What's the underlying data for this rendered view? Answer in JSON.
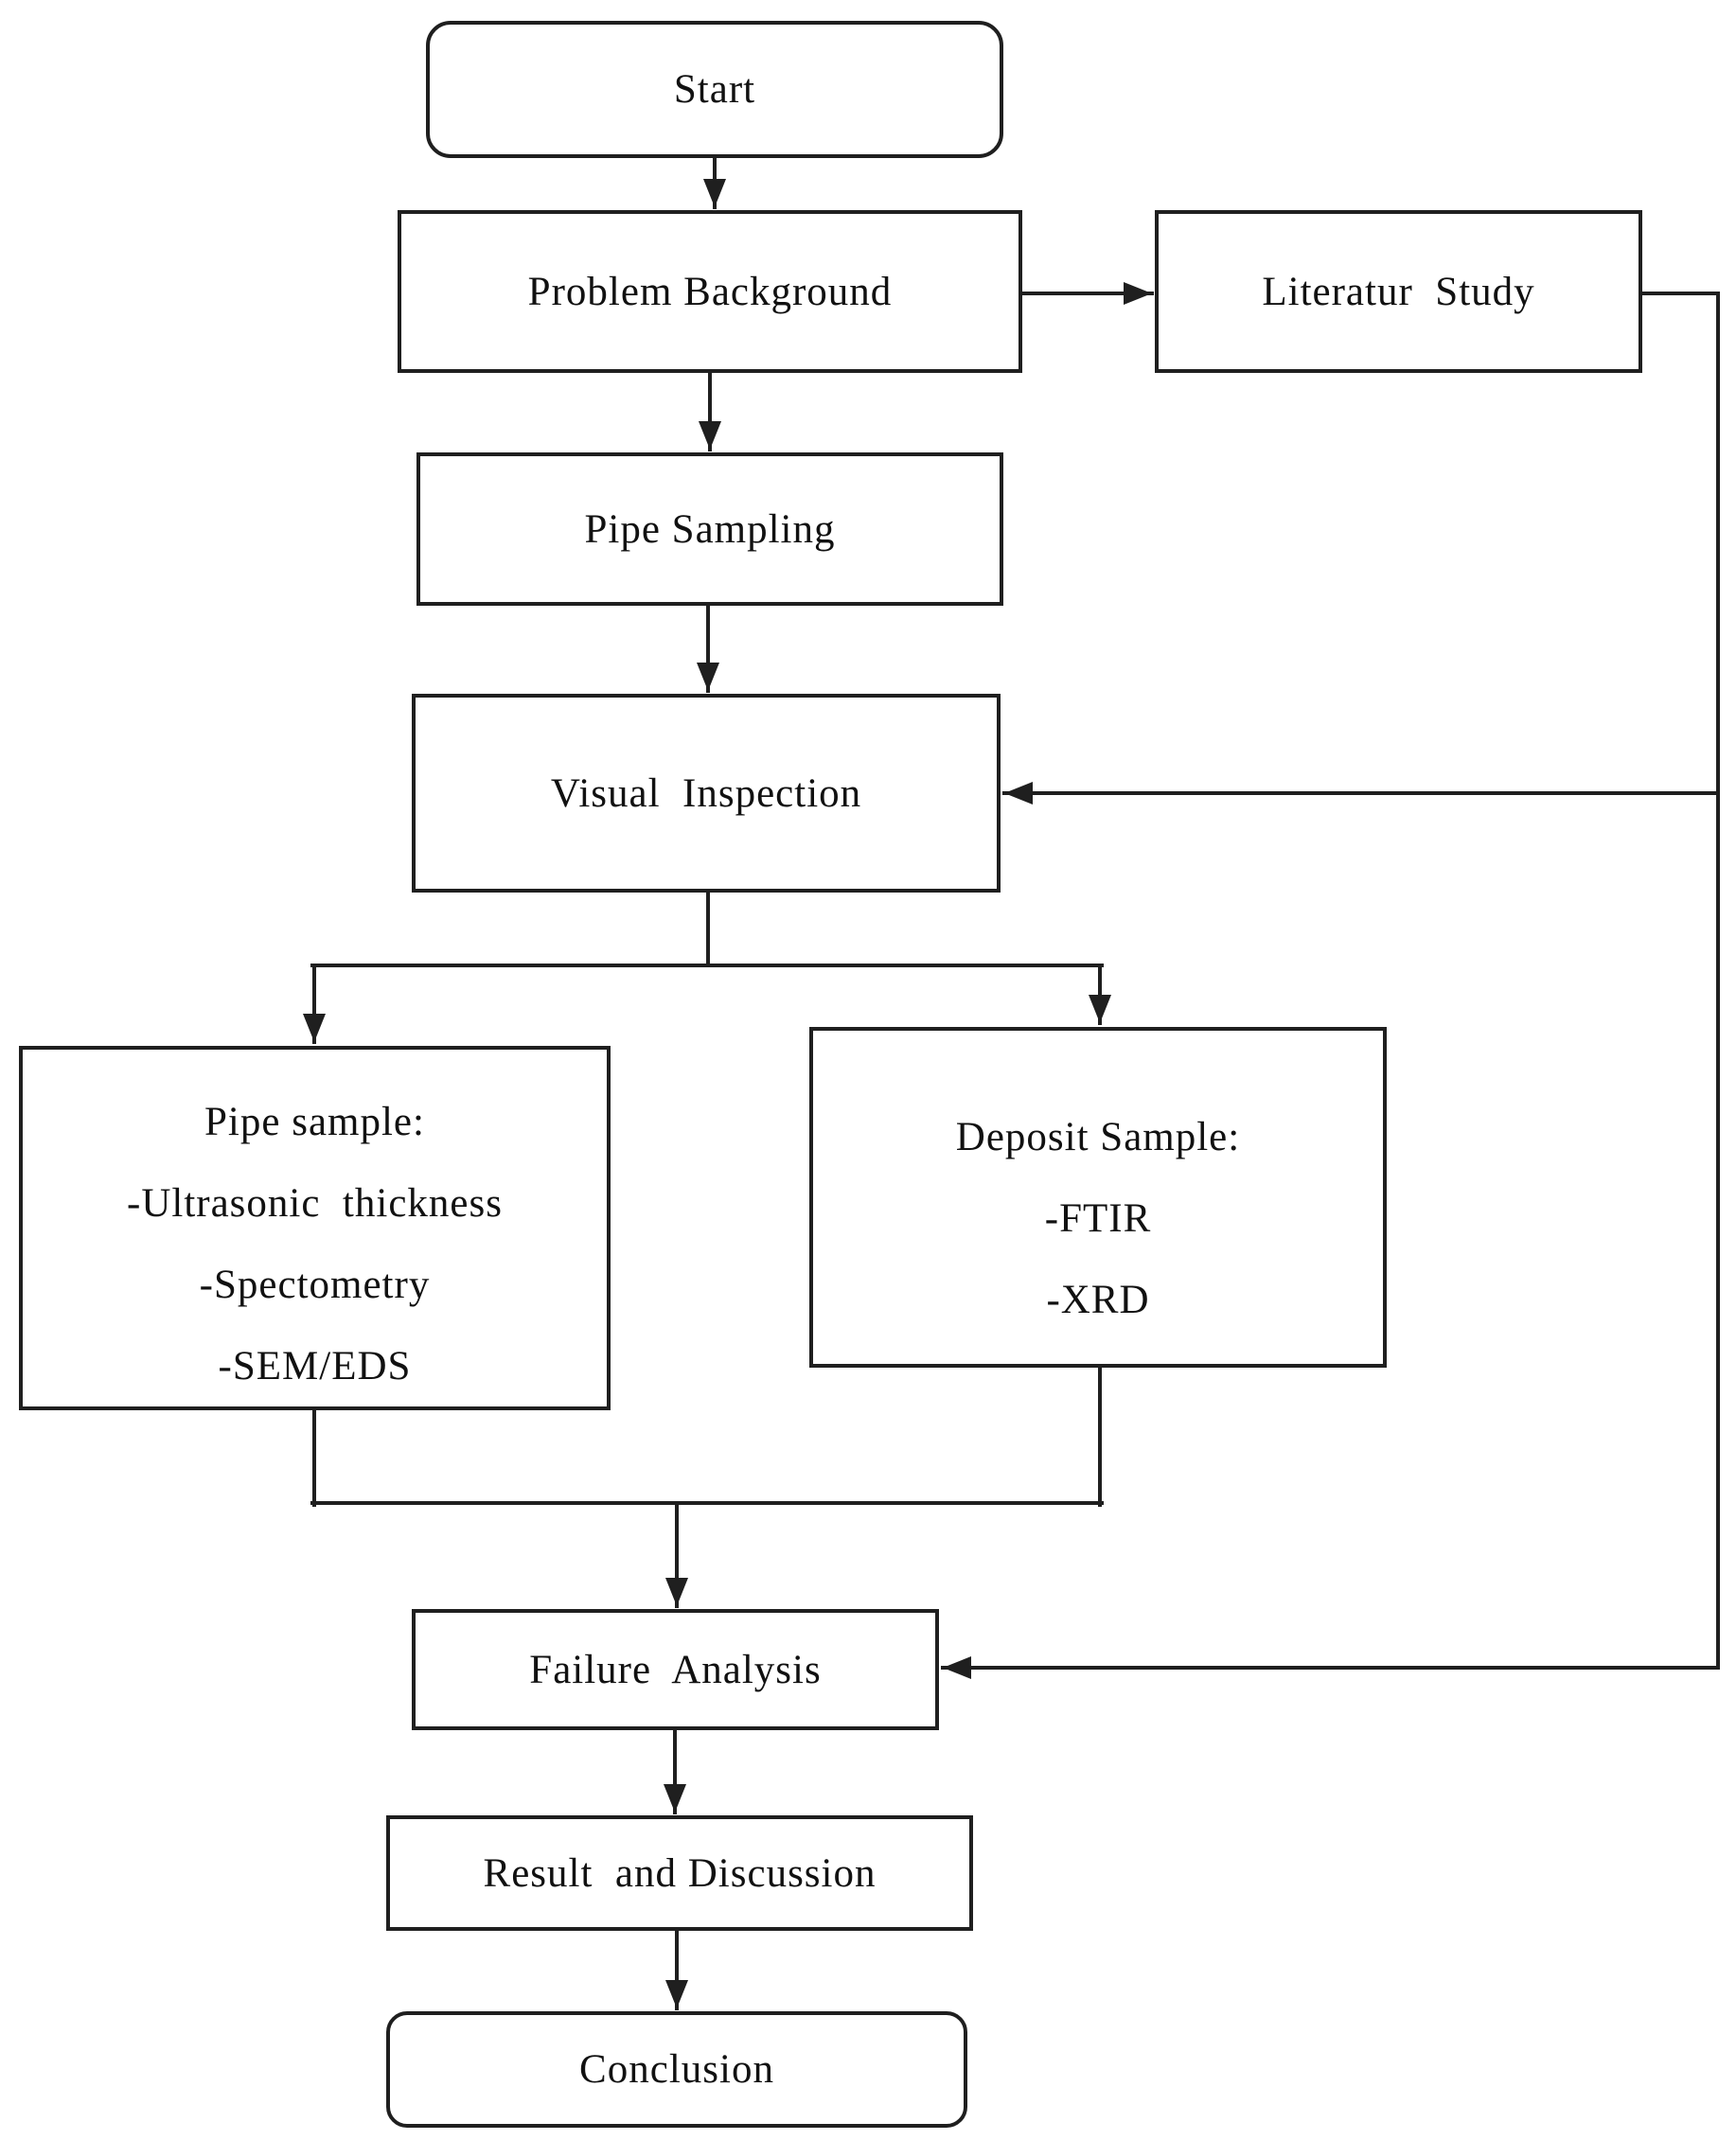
{
  "page": {
    "background": "#ffffff"
  },
  "diagram": {
    "colors": {
      "line": "#1f1f1f",
      "text": "#111111",
      "box_fill": "#ffffff"
    },
    "nodes": {
      "start": {
        "label": "Start"
      },
      "problem_background": {
        "label": "Problem Background"
      },
      "literature_study": {
        "label": "Literatur  Study"
      },
      "pipe_sampling": {
        "label": "Pipe Sampling"
      },
      "visual_inspection": {
        "label": "Visual  Inspection"
      },
      "pipe_sample": {
        "lines": [
          "Pipe sample:",
          "-Ultrasonic  thickness",
          "-Spectometry",
          "-SEM/EDS"
        ]
      },
      "deposit_sample": {
        "lines": [
          "Deposit Sample:",
          "-FTIR",
          "-XRD"
        ]
      },
      "failure_analysis": {
        "label": "Failure  Analysis"
      },
      "result_and_discussion": {
        "label": "Result  and Discussion"
      },
      "conclusion": {
        "label": "Conclusion"
      }
    },
    "edges": [
      {
        "from": "start",
        "to": "problem_background",
        "arrow": true
      },
      {
        "from": "problem_background",
        "to": "literature_study",
        "arrow": true
      },
      {
        "from": "problem_background",
        "to": "pipe_sampling",
        "arrow": true
      },
      {
        "from": "pipe_sampling",
        "to": "visual_inspection",
        "arrow": true
      },
      {
        "from": "visual_inspection",
        "to": "pipe_sample",
        "arrow": true
      },
      {
        "from": "visual_inspection",
        "to": "deposit_sample",
        "arrow": true
      },
      {
        "from": "pipe_sample",
        "to": "failure_analysis",
        "arrow": true,
        "merged_with": "deposit_sample"
      },
      {
        "from": "deposit_sample",
        "to": "failure_analysis",
        "arrow": true,
        "merged_with": "pipe_sample"
      },
      {
        "from": "literature_study",
        "to": "visual_inspection",
        "arrow": true,
        "route": "right-side-feedback"
      },
      {
        "from": "literature_study",
        "to": "failure_analysis",
        "arrow": true,
        "route": "right-side-feedback"
      },
      {
        "from": "failure_analysis",
        "to": "result_and_discussion",
        "arrow": true
      },
      {
        "from": "result_and_discussion",
        "to": "conclusion",
        "arrow": true
      }
    ]
  }
}
